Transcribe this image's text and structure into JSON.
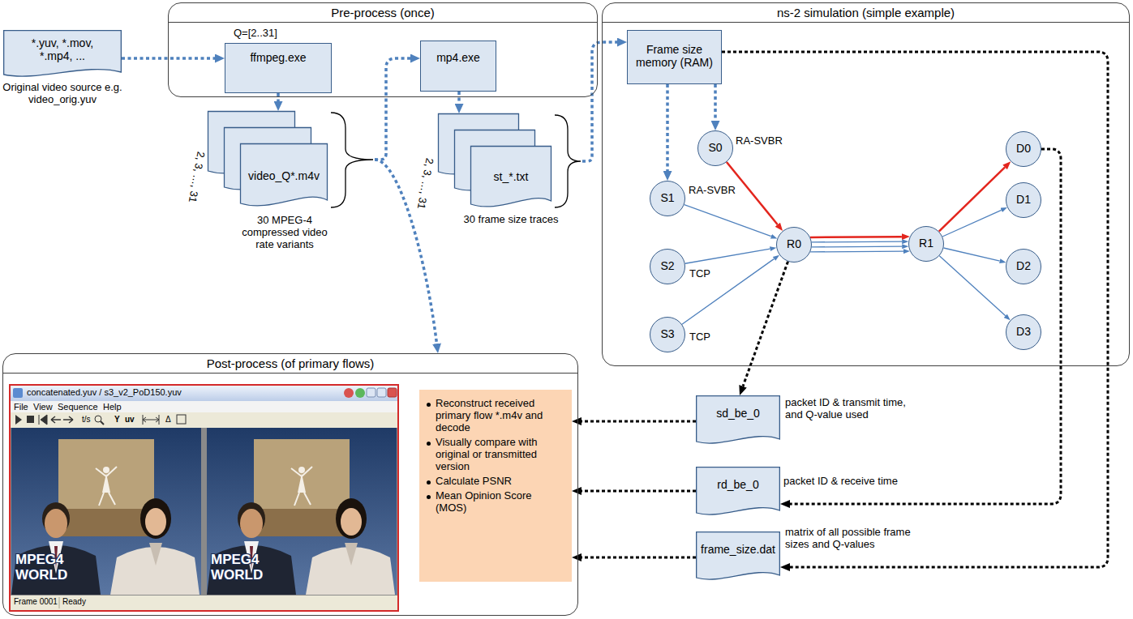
{
  "diagram": {
    "nodes": [
      {
        "text": [
          "*.yuv, *.mov, *.mp4, ...",
          "Original video source e.g. video_orig.yuv"
        ]
      },
      {
        "text": [
          "Pre-process (once)"
        ]
      },
      {
        "text": [
          "Q=[2..31]",
          "ffmpeg.exe"
        ],
        "in": 1
      },
      {
        "text": [
          "mp4.exe"
        ],
        "in": 1
      },
      {
        "text": [
          "video_Q*.m4v",
          "30 MPEG-4 compressed video rate variants"
        ]
      },
      {
        "text": [
          "st_*.txt",
          "30 frame size traces"
        ]
      },
      {
        "text": [
          "ns-2 simulation (simple example)"
        ]
      },
      {
        "text": [
          "Frame size memory (RAM)"
        ],
        "in": 6
      },
      {
        "text": [
          "S0"
        ],
        "in": 6
      },
      {
        "text": [
          "S1"
        ],
        "in": 6
      },
      {
        "text": [
          "S2"
        ],
        "in": 6
      },
      {
        "text": [
          "S3"
        ],
        "in": 6
      },
      {
        "text": [
          "R0"
        ],
        "in": 6
      },
      {
        "text": [
          "R1"
        ],
        "in": 6
      },
      {
        "text": [
          "D0"
        ],
        "in": 6
      },
      {
        "text": [
          "D1"
        ],
        "in": 6
      },
      {
        "text": [
          "D2"
        ],
        "in": 6
      },
      {
        "text": [
          "D3"
        ],
        "in": 6
      },
      {
        "text": [
          "Post-process (of primary flows)"
        ]
      },
      {
        "text": [
          "concatenated.yuv / s3_v2_PoD150.yuv",
          "File",
          "View",
          "Sequence",
          "Help",
          "t/s",
          "Y",
          "uv",
          "Δ",
          "MPEG4 WORLD",
          "MPEG4 WORLD",
          "Frame 0001",
          "Ready"
        ],
        "in": 18
      },
      {
        "text": [
          "Reconstruct received primary flow *.m4v and decode",
          "Visually compare with original or transmitted version",
          "Calculate PSNR",
          "Mean Opinion Score (MOS)"
        ],
        "in": 18
      },
      {
        "text": [
          "sd_be_0",
          "packet ID & transmit time, and Q-value used"
        ]
      },
      {
        "text": [
          "rd_be_0",
          "packet ID & receive time"
        ]
      },
      {
        "text": [
          "frame_size.dat",
          "matrix of all possible frame sizes and Q-values"
        ]
      }
    ],
    "edges": [
      {
        "from": 0,
        "to": 2,
        "arrow": "to"
      },
      {
        "from": 2,
        "to": 4,
        "arrow": "to"
      },
      {
        "from": 4,
        "to": 3,
        "arrow": "to"
      },
      {
        "from": 4,
        "to": 18,
        "arrow": "to"
      },
      {
        "from": 3,
        "to": 5,
        "arrow": "to"
      },
      {
        "from": 5,
        "to": 7,
        "arrow": "to"
      },
      {
        "from": 7,
        "to": 9,
        "arrow": "to"
      },
      {
        "from": 7,
        "to": 8,
        "arrow": "to"
      },
      {
        "from": 7,
        "to": 23,
        "arrow": "to"
      },
      {
        "from": 12,
        "to": 21,
        "arrow": "to"
      },
      {
        "from": 14,
        "to": 22,
        "arrow": "to"
      },
      {
        "from": 8,
        "to": 12,
        "arrow": "to"
      },
      {
        "from": 9,
        "to": 12,
        "arrow": "to"
      },
      {
        "from": 10,
        "to": 12,
        "arrow": "to"
      },
      {
        "from": 11,
        "to": 12,
        "arrow": "to"
      },
      {
        "from": 12,
        "to": 13,
        "arrow": "to"
      },
      {
        "from": 12,
        "to": 13,
        "arrow": "to"
      },
      {
        "from": 12,
        "to": 13,
        "arrow": "to"
      },
      {
        "from": 12,
        "to": 13,
        "arrow": "to"
      },
      {
        "from": 13,
        "to": 14,
        "arrow": "to"
      },
      {
        "from": 13,
        "to": 15,
        "arrow": "to"
      },
      {
        "from": 13,
        "to": 16,
        "arrow": "to"
      },
      {
        "from": 13,
        "to": 17,
        "arrow": "to"
      },
      {
        "from": 21,
        "to": 20,
        "arrow": "to"
      },
      {
        "from": 22,
        "to": 20,
        "arrow": "to"
      },
      {
        "from": 23,
        "to": 20,
        "arrow": "to"
      }
    ],
    "labels": [
      "2, 3, …, 31",
      "2, 3, …, 31",
      "RA-SVBR",
      "RA-SVBR",
      "TCP",
      "TCP"
    ]
  }
}
